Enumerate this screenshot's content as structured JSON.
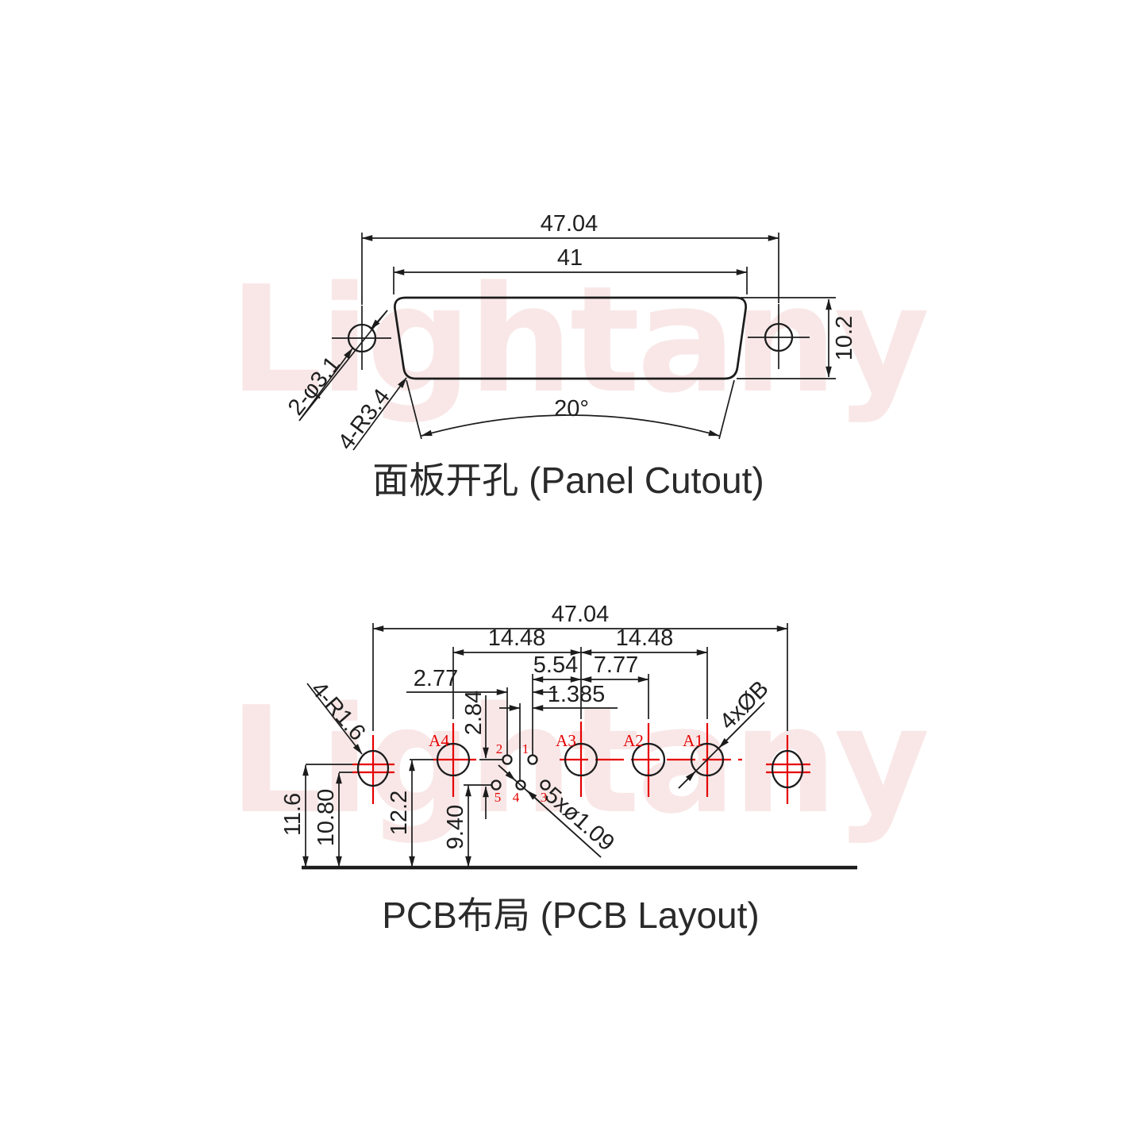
{
  "colors": {
    "line": "#1c1c1c",
    "red": "#e60000",
    "text": "#1f1f1f",
    "watermark": "#f5d5d5"
  },
  "watermark": {
    "text": "Lightany"
  },
  "panel": {
    "caption": "面板开孔 (Panel Cutout)",
    "dim_overall": "47.04",
    "dim_opening": "41",
    "dim_height": "10.2",
    "dim_angle": "20°",
    "label_holes": "2-φ3.1",
    "label_radius": "4-R3.4"
  },
  "pcb": {
    "caption": "PCB布局 (PCB Layout)",
    "dim_overall": "47.04",
    "dim_a4_a3": "14.48",
    "dim_a3_a1": "14.48",
    "dim_pin1_a3": "5.54",
    "dim_a3_a2": "7.77",
    "dim_pin2_pin1": "2.77",
    "dim_pin4_pin1": "1.385",
    "dim_rows": "2.84",
    "dim_mount_upper": "11.6",
    "dim_mount_lower": "10.80",
    "dim_row1": "12.2",
    "dim_row2": "9.40",
    "label_signal_holes": "5xø1.09",
    "label_power_holes": "4xØB",
    "label_radius": "4-R1.6",
    "hole_labels": {
      "a4": "A4",
      "a3": "A3",
      "a2": "A2",
      "a1": "A1"
    },
    "pin_labels": {
      "p1": "1",
      "p2": "2",
      "p3": "3",
      "p4": "4",
      "p5": "5"
    }
  }
}
